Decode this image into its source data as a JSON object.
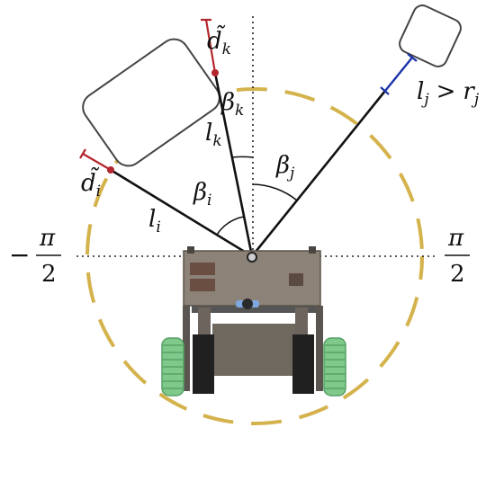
{
  "labels": {
    "d_k": "d̃",
    "d_k_sub": "k",
    "beta_k": "β",
    "beta_k_sub": "k",
    "l_k": "l",
    "l_k_sub": "k",
    "beta_j": "β",
    "beta_j_sub": "j",
    "l_j_cond": "l",
    "l_j_cond_sub": "j",
    "gt": ">",
    "r_j": "r",
    "r_j_sub": "j",
    "d_i": "d̃",
    "d_i_sub": "i",
    "beta_i": "β",
    "beta_i_sub": "i",
    "l_i": "l",
    "l_i_sub": "i",
    "neg_sign": "−",
    "pi_left": "π",
    "two_left": "2",
    "pi_right": "π",
    "two_right": "2"
  },
  "colors": {
    "sensing_range": "#d4b24c",
    "dist_marker": "#b3262d",
    "range_marker": "#1a33a8",
    "ray": "#111111",
    "obstacle_fill": "#ffffff",
    "obstacle_stroke": "#444444",
    "robot_body": "#8c8278",
    "wheel": "#7fc98a"
  }
}
